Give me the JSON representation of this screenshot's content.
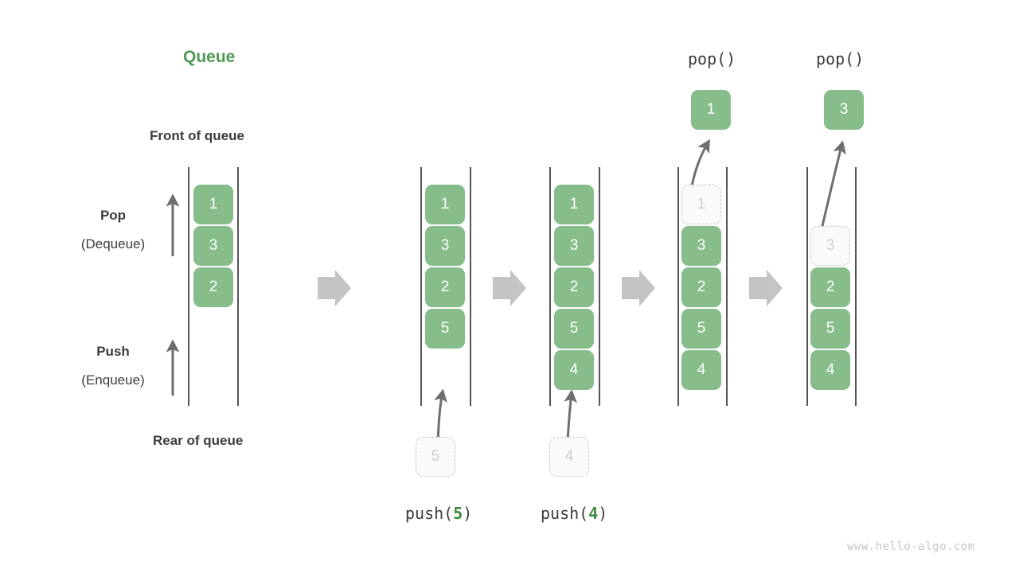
{
  "title": "Queue",
  "labels": {
    "front_of_queue": "Front of queue",
    "rear_of_queue": "Rear of queue",
    "pop": "Pop",
    "pop_sub": "(Dequeue)",
    "push": "Push",
    "push_sub": "(Enqueue)"
  },
  "watermark": "www.hello-algo.com",
  "colors": {
    "accent_green": "#4e9a51",
    "box_green": "#86bd8a",
    "box_text": "#ffffff",
    "ghost_bg": "#fafafa",
    "ghost_text": "#cfcfcf",
    "ghost_border": "#c9c9c9",
    "rail": "#555555",
    "arrow_gray": "#6e6e6e",
    "step_arrow_gray": "#c4c4c4",
    "text": "#3c3c3c",
    "watermark": "#c6c6c6"
  },
  "columns": [
    {
      "id": "initial",
      "caption": "",
      "items": [
        "1",
        "3",
        "2"
      ],
      "ghost_index": -1,
      "incoming": null,
      "popped": null
    },
    {
      "id": "after-push-5",
      "caption": "push(5)",
      "caption_call": "push",
      "caption_arg": "5",
      "items": [
        "1",
        "3",
        "2",
        "5"
      ],
      "ghost_index": -1,
      "incoming": "5",
      "popped": null
    },
    {
      "id": "after-push-4",
      "caption": "push(4)",
      "caption_call": "push",
      "caption_arg": "4",
      "items": [
        "1",
        "3",
        "2",
        "5",
        "4"
      ],
      "ghost_index": -1,
      "incoming": "4",
      "popped": null
    },
    {
      "id": "after-pop-1",
      "caption": "pop()",
      "items": [
        "1",
        "3",
        "2",
        "5",
        "4"
      ],
      "ghost_index": 0,
      "incoming": null,
      "popped": "1"
    },
    {
      "id": "after-pop-3",
      "caption": "pop()",
      "items": [
        "3",
        "2",
        "5",
        "4"
      ],
      "ghost_index": 0,
      "incoming": null,
      "popped": "3"
    }
  ],
  "step_arrows": 4
}
